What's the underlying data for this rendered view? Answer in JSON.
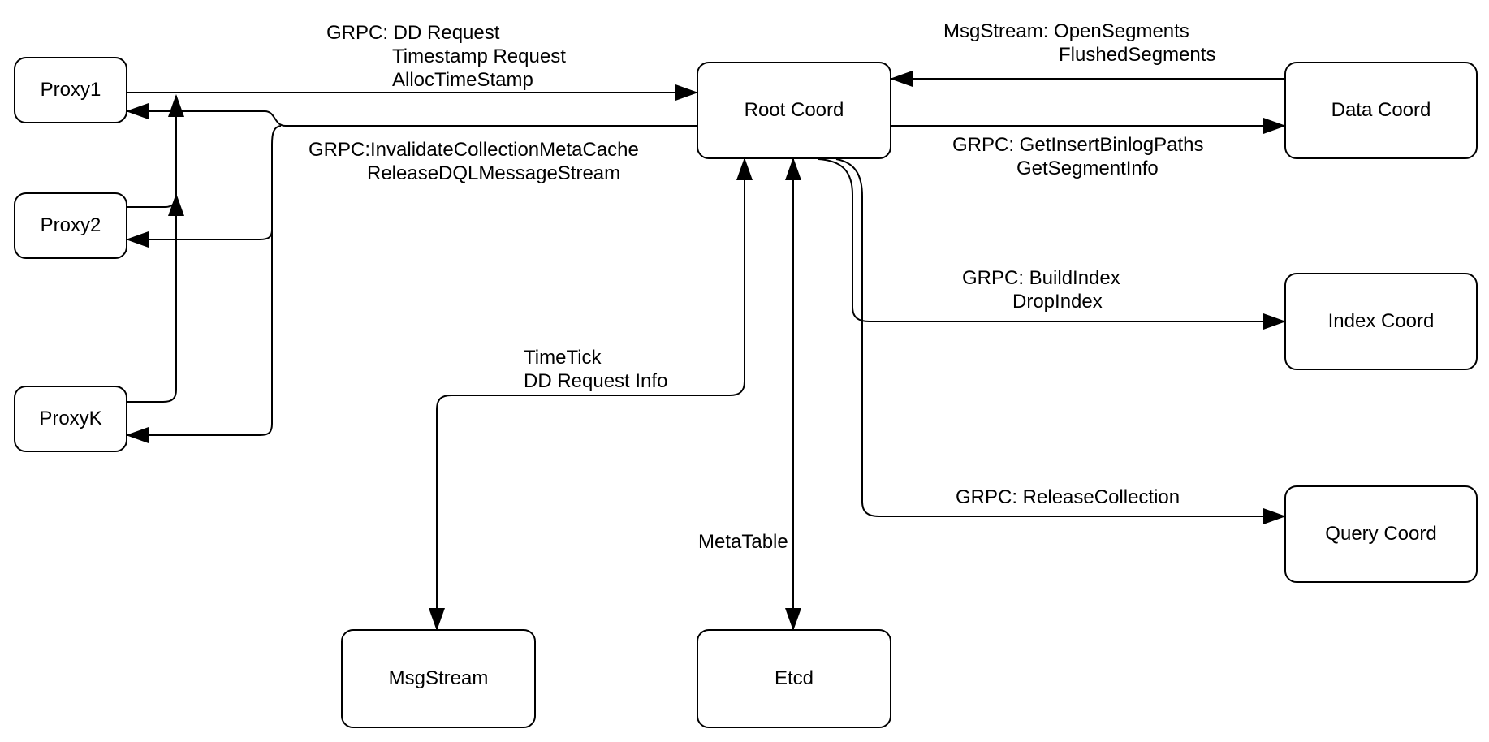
{
  "diagram": {
    "nodes": {
      "proxy1": {
        "label": "Proxy1"
      },
      "proxy2": {
        "label": "Proxy2"
      },
      "proxyk": {
        "label": "ProxyK"
      },
      "root_coord": {
        "label": "Root Coord"
      },
      "data_coord": {
        "label": "Data Coord"
      },
      "index_coord": {
        "label": "Index Coord"
      },
      "query_coord": {
        "label": "Query Coord"
      },
      "msgstream": {
        "label": "MsgStream"
      },
      "etcd": {
        "label": "Etcd"
      }
    },
    "edge_labels": {
      "proxy_to_root": {
        "line1": "GRPC: DD Request",
        "line2": "Timestamp Request",
        "line3": "AllocTimeStamp"
      },
      "root_to_proxy": {
        "line1": "GRPC:InvalidateCollectionMetaCache",
        "line2": "ReleaseDQLMessageStream"
      },
      "data_to_root": {
        "line1": "MsgStream: OpenSegments",
        "line2": "FlushedSegments"
      },
      "root_to_data": {
        "line1": "GRPC: GetInsertBinlogPaths",
        "line2": "GetSegmentInfo"
      },
      "root_to_index": {
        "line1": "GRPC: BuildIndex",
        "line2": "DropIndex"
      },
      "root_to_query": {
        "line1": "GRPC: ReleaseCollection"
      },
      "root_to_msgstream": {
        "line1": "TimeTick",
        "line2": "DD Request Info"
      },
      "root_to_etcd": {
        "line1": "MetaTable"
      }
    },
    "colors": {
      "stroke": "#000000",
      "node_fill": "#ffffff",
      "background": "#ffffff"
    }
  }
}
